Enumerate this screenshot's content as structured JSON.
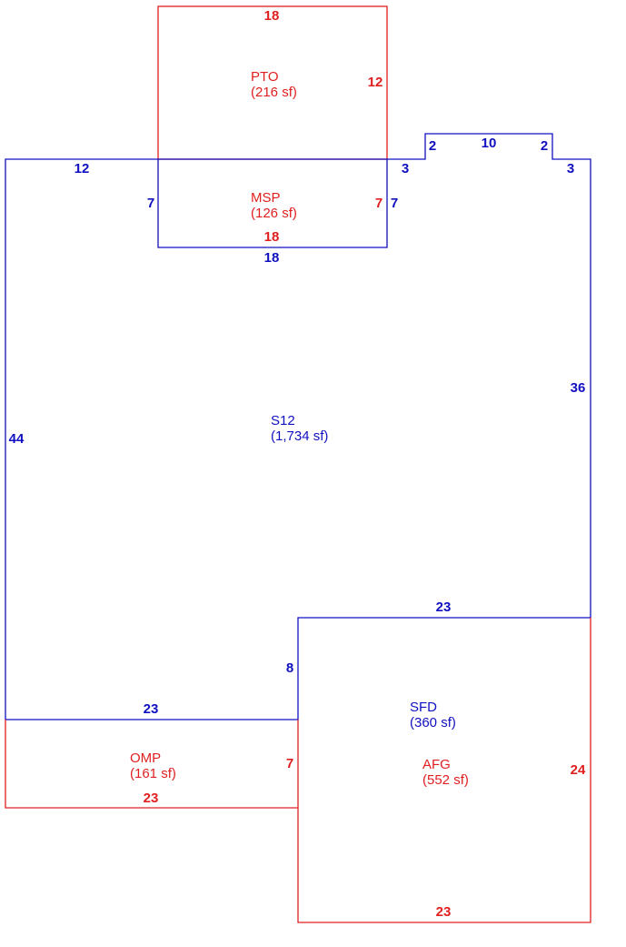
{
  "colors": {
    "blue": "#1010c0",
    "red": "#e02020",
    "background": "#ffffff"
  },
  "areas": {
    "pto": {
      "code": "PTO",
      "area": "(216 sf)",
      "color": "red"
    },
    "msp": {
      "code": "MSP",
      "area": "(126 sf)",
      "color": "red"
    },
    "s12": {
      "code": "S12",
      "area": "(1,734 sf)",
      "color": "blue"
    },
    "sfd": {
      "code": "SFD",
      "area": "(360 sf)",
      "color": "blue"
    },
    "afg": {
      "code": "AFG",
      "area": "(552 sf)",
      "color": "red"
    },
    "omp": {
      "code": "OMP",
      "area": "(161 sf)",
      "color": "red"
    }
  },
  "dimensions": {
    "pto_top": "18",
    "pto_right": "12",
    "s12_top_left": "12",
    "msp_left": "7",
    "msp_right_inner": "7",
    "msp_right_outer": "7",
    "msp_bottom_inner": "18",
    "msp_bottom_outer": "18",
    "step_left_horizontal": "3",
    "bump_left": "2",
    "bump_top": "10",
    "bump_right": "2",
    "step_right_horizontal": "3",
    "s12_right": "36",
    "s12_left": "44",
    "sfd_top": "23",
    "sfd_left": "8",
    "omp_top": "23",
    "omp_right": "7",
    "omp_bottom": "23",
    "afg_right": "24",
    "afg_bottom": "23"
  }
}
